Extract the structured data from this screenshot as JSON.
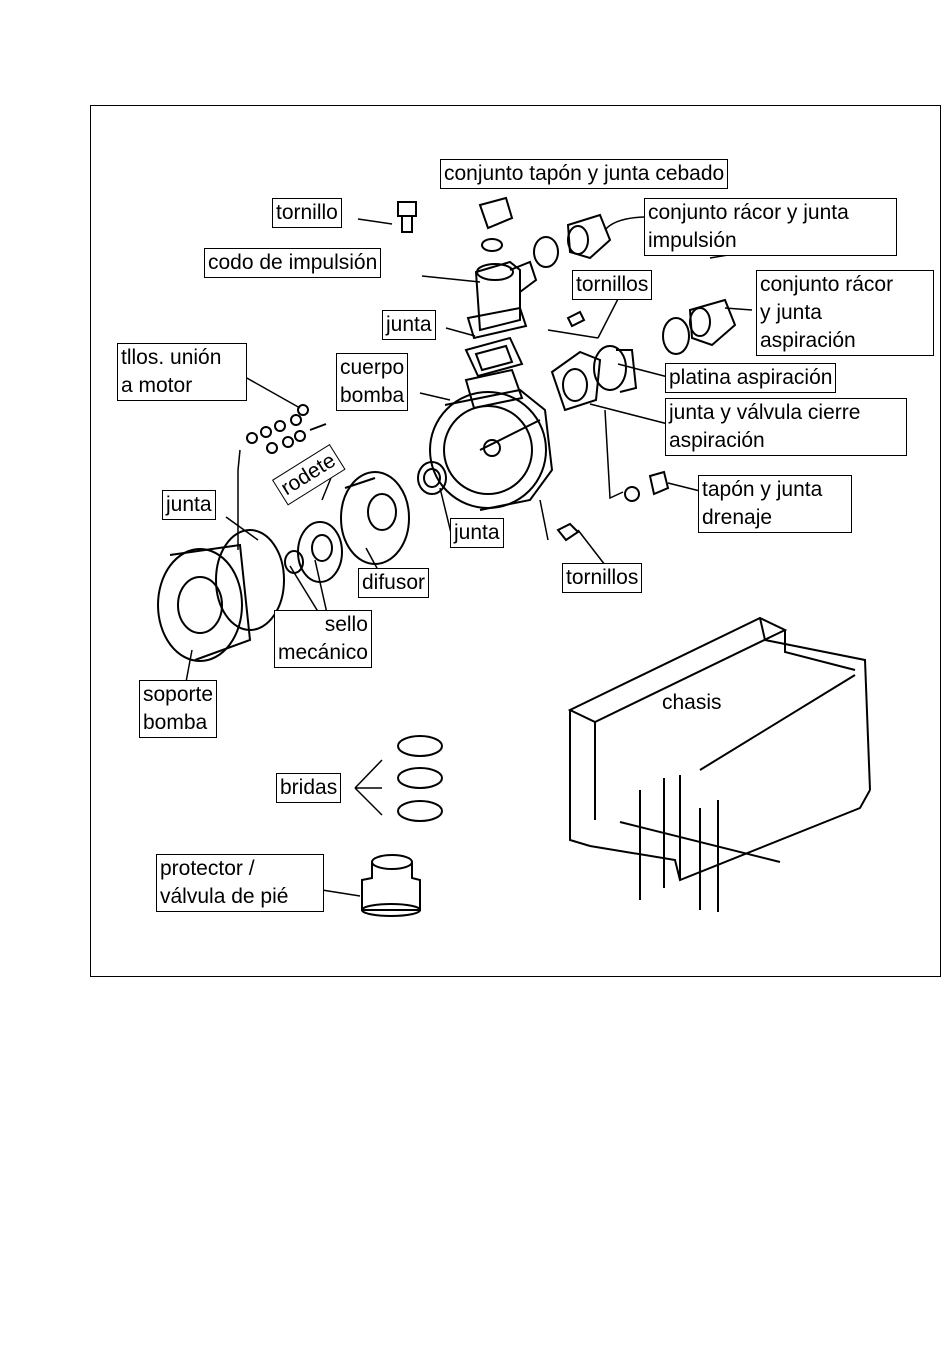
{
  "labels": {
    "cebado": "conjunto tapón y junta cebado",
    "tornillo": "tornillo",
    "racor_impulsion_1": "conjunto rácor y junta",
    "racor_impulsion_2": "impulsión",
    "codo": "codo de impulsión",
    "tornillos_top": "tornillos",
    "racor_aspiracion_1": "conjunto rácor",
    "racor_aspiracion_2": "y junta",
    "racor_aspiracion_3": "aspiración",
    "junta_top": "junta",
    "tllos_1": "tllos. unión",
    "tllos_2": "a motor",
    "cuerpo_1": "cuerpo",
    "cuerpo_2": "bomba",
    "platina": "platina aspiración",
    "valvula_1": "junta y válvula cierre",
    "valvula_2": "aspiración",
    "rodete": "rodete",
    "tapon_1": "tapón y junta",
    "tapon_2": "drenaje",
    "junta_left": "junta",
    "junta_mid": "junta",
    "difusor": "difusor",
    "tornillos_bottom": "tornillos",
    "sello_1": "sello",
    "sello_2": "mecánico",
    "soporte_1": "soporte",
    "soporte_2": "bomba",
    "chasis": "chasis",
    "bridas": "bridas",
    "protector_1": "protector /",
    "protector_2": "válvula de pié"
  }
}
